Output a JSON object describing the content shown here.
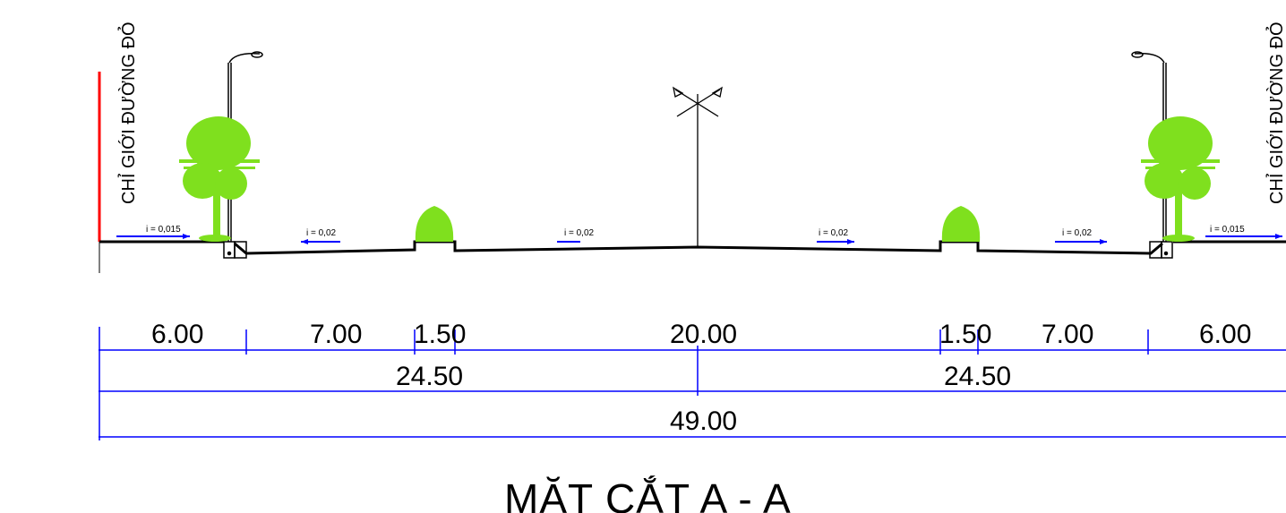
{
  "title": "MẶT CẮT A - A",
  "boundary_label": "CHỈ GIỚI ĐƯỜNG ĐỎ",
  "slopes": {
    "left_sidewalk": "i = 0,015",
    "left_lane": "i = 0,02",
    "center_left": "i = 0,02",
    "center_right": "i = 0,02",
    "right_lane": "i = 0,02",
    "right_sidewalk": "i = 0,015"
  },
  "dimensions": {
    "row1": [
      "6.00",
      "7.00",
      "1.50",
      "20.00",
      "1.50",
      "7.00",
      "6.00"
    ],
    "row2": [
      "24.50",
      "24.50"
    ],
    "row3": "49.00"
  },
  "colors": {
    "dimension_line": "#0000ff",
    "boundary_line": "#ff0000",
    "tree": "#7fe01e",
    "road": "#000000"
  }
}
